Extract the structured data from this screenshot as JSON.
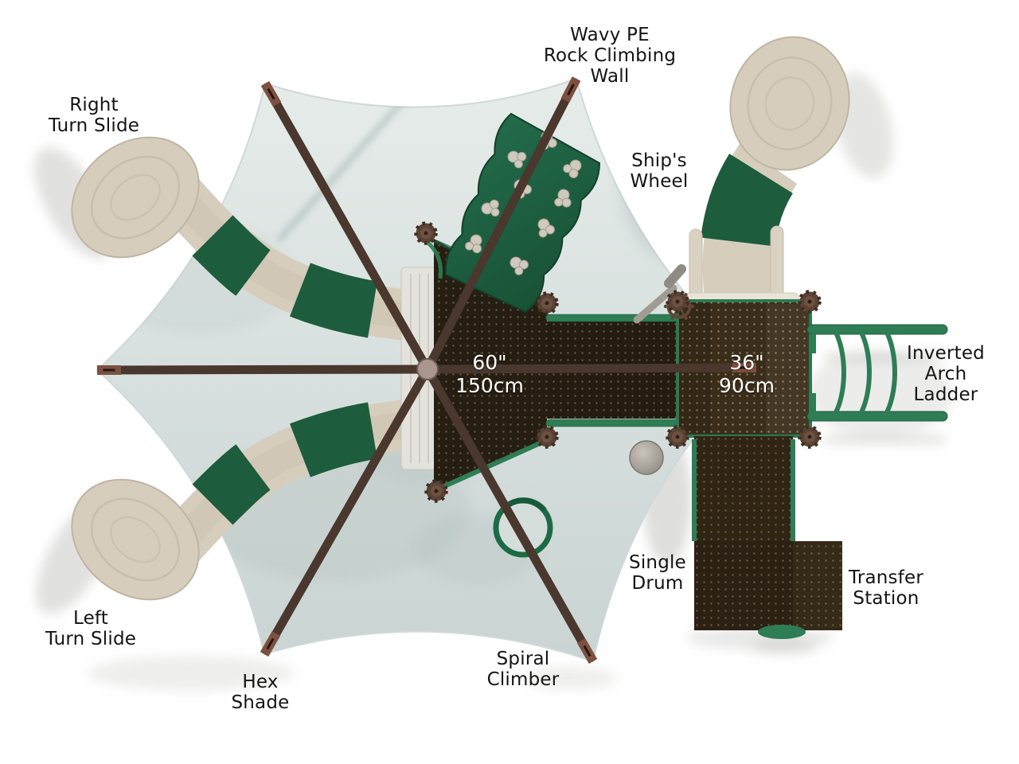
{
  "view": {
    "description": "Top-down diagram of a commercial playground structure with hex shade canopy",
    "background": "#ffffff"
  },
  "colors": {
    "canopy_light": "#e6ecea",
    "canopy_dark": "#c9d4d3",
    "pole": "#4a372d",
    "green": "#1d5c3c",
    "green_bright": "#2e7d54",
    "tan": "#d6cdbd",
    "deck_dark": "#261e12",
    "deck_brown": "#3b2d1b",
    "dim_text": "#ffffff",
    "label_text": "#141414"
  },
  "labels": {
    "wavy_wall": "Wavy PE\nRock Climbing\nWall",
    "right_turn_slide": "Right\nTurn Slide",
    "ships_wheel": "Ship's\nWheel",
    "inverted_arch_ladder": "Inverted\nArch\nLadder",
    "single_drum": "Single\nDrum",
    "transfer_station": "Transfer\nStation",
    "left_turn_slide": "Left\nTurn Slide",
    "hex_shade": "Hex\nShade",
    "spiral_climber": "Spiral\nClimber"
  },
  "dimensions": {
    "center_deck": "60\"\n150cm",
    "right_deck": "36\"\n90cm"
  }
}
